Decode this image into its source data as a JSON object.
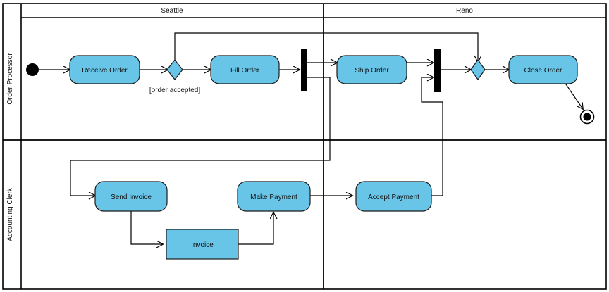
{
  "diagram": {
    "type": "uml-activity-diagram",
    "background_color": "#ffffff",
    "line_color": "#000000",
    "node_fill_color": "#68C5E8",
    "node_stroke_color": "#1a1a1a",
    "text_color": "#111111"
  },
  "partitions": {
    "columns": [
      {
        "id": "seattle",
        "label": "Seattle"
      },
      {
        "id": "reno",
        "label": "Reno"
      }
    ],
    "rows": [
      {
        "id": "order-processor",
        "label": "Order Processor"
      },
      {
        "id": "accounting-clerk",
        "label": "Accounting Clerk"
      }
    ]
  },
  "nodes": {
    "initial": {
      "kind": "initial-node",
      "label": ""
    },
    "receive_order": {
      "kind": "action",
      "label": "Receive Order"
    },
    "decision": {
      "kind": "decision-node",
      "label": ""
    },
    "fill_order": {
      "kind": "action",
      "label": "Fill Order"
    },
    "fork": {
      "kind": "fork-node",
      "label": ""
    },
    "ship_order": {
      "kind": "action",
      "label": "Ship Order"
    },
    "join": {
      "kind": "join-node",
      "label": ""
    },
    "merge": {
      "kind": "merge-node",
      "label": ""
    },
    "close_order": {
      "kind": "action",
      "label": "Close Order"
    },
    "final": {
      "kind": "activity-final-node",
      "label": ""
    },
    "send_invoice": {
      "kind": "action",
      "label": "Send Invoice"
    },
    "invoice": {
      "kind": "object-node",
      "label": "Invoice"
    },
    "make_payment": {
      "kind": "action",
      "label": "Make Payment"
    },
    "accept_payment": {
      "kind": "action",
      "label": "Accept Payment"
    }
  },
  "edges": {
    "order_accepted_guard": "[order accepted]"
  }
}
